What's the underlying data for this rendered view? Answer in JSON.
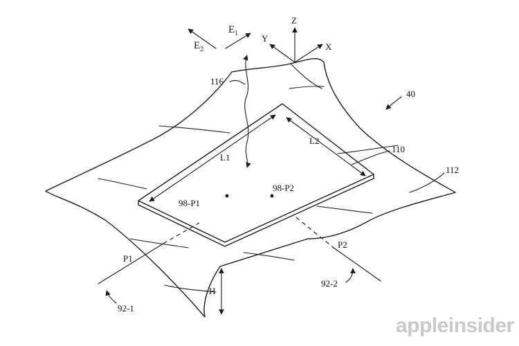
{
  "labels": {
    "e1": "E",
    "e1_sub": "1",
    "e2": "E",
    "e2_sub": "2",
    "axis_z": "Z",
    "axis_y": "Y",
    "axis_x": "X",
    "ref_116": "116",
    "ref_40": "40",
    "ref_110": "110",
    "ref_112": "112",
    "dim_l1": "L1",
    "dim_l2": "L2",
    "point_p1": "98-P1",
    "point_p2": "98-P2",
    "plane_p1": "P1",
    "plane_p2": "P2",
    "dim_h": "H",
    "ref_92_1": "92-1",
    "ref_92_2": "92-2"
  },
  "watermark": "appleinsider",
  "colors": {
    "ink": "#1a1a1a",
    "watermark": "#c9c9c9",
    "background": "#ffffff"
  }
}
